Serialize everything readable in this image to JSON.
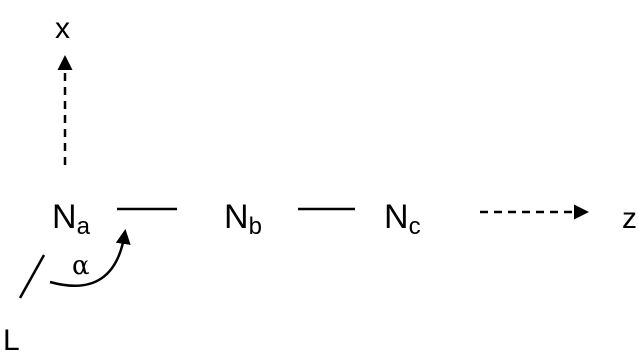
{
  "diagram": {
    "axes": {
      "x_label": "x",
      "z_label": "z"
    },
    "atoms": [
      {
        "symbol": "N",
        "subscript": "a"
      },
      {
        "symbol": "N",
        "subscript": "b"
      },
      {
        "symbol": "N",
        "subscript": "c"
      }
    ],
    "ligand_label": "L",
    "angle_label": "α",
    "stroke_color": "#000000"
  }
}
